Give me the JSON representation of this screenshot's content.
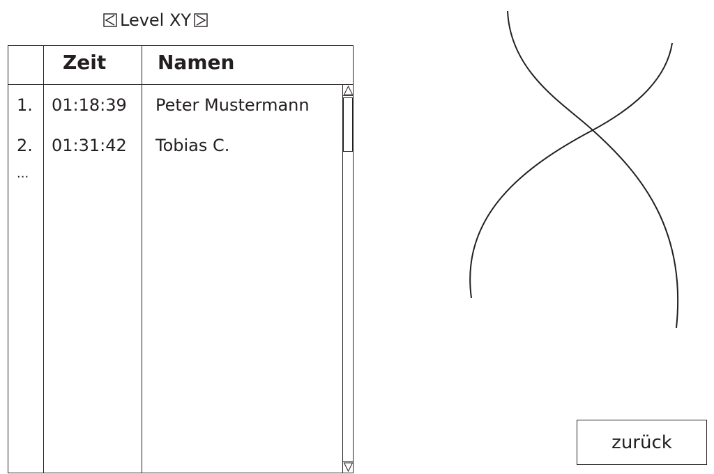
{
  "level_selector": {
    "label": "Level XY",
    "prev_icon": "triangle-left-icon",
    "next_icon": "triangle-right-icon"
  },
  "table": {
    "columns": [
      "",
      "Zeit",
      "Namen"
    ],
    "rows": [
      {
        "rank": "1.",
        "time": "01:18:39",
        "name": "Peter Mustermann"
      },
      {
        "rank": "2.",
        "time": "01:31:42",
        "name": "Tobias C."
      }
    ],
    "more_indicator": "..."
  },
  "scrollbar": {
    "up_icon": "scroll-up-arrow-icon",
    "down_icon": "scroll-down-arrow-icon"
  },
  "decoration": {
    "icon": "hourglass-icon"
  },
  "footer": {
    "back_label": "zurück"
  },
  "colors": {
    "line": "#231f20",
    "background": "#ffffff"
  }
}
